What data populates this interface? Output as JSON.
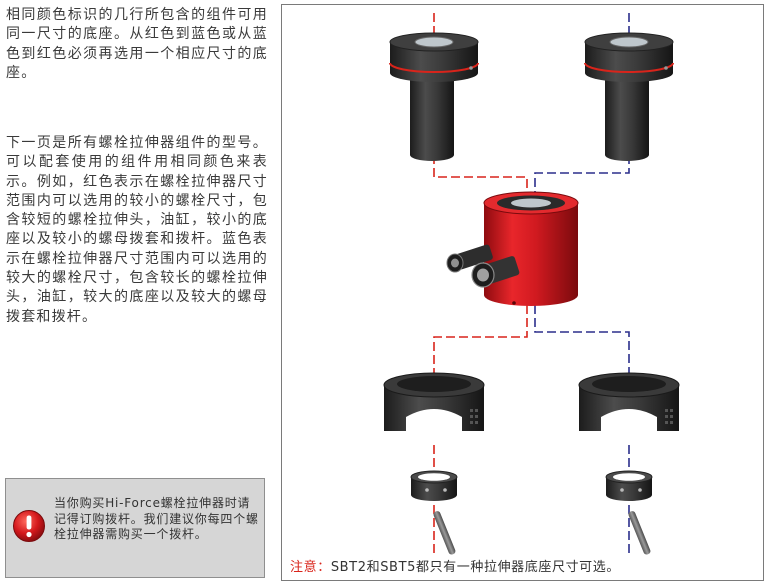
{
  "text": {
    "paragraph_1": "相同颜色标识的几行所包含的组件可用同一尺寸的底座。从红色到蓝色或从蓝色到红色必须再选用一个相应尺寸的底座。",
    "paragraph_2": "下一页是所有螺栓拉伸器组件的型号。可以配套使用的组件用相同颜色来表示。例如，红色表示在螺栓拉伸器尺寸范围内可以选用的较小的螺栓尺寸，包含较短的螺栓拉伸头，油缸，较小的底座以及较小的螺母拨套和拨杆。蓝色表示在螺栓拉伸器尺寸范围内可以选用的较大的螺栓尺寸，包含较长的螺栓拉伸头，油缸，较大的底座以及较大的螺母拨套和拨杆。"
  },
  "notice": {
    "icon": "exclamation-icon",
    "text": "当你购买Hi-Force螺栓拉伸器时请记得订购拨杆。我们建议你每四个螺栓拉伸器需购买一个拨杆。"
  },
  "figure": {
    "note_label": "注意：",
    "note_text": "SBT2和SBT5都只有一种拉伸器底座尺寸可选。"
  },
  "colors": {
    "red_line": "#d9241b",
    "blue_line": "#2b2f8c",
    "cylinder_red": "#d5181f",
    "component_dark": "#2f2f2f",
    "notice_bg": "#d6d6d6"
  }
}
